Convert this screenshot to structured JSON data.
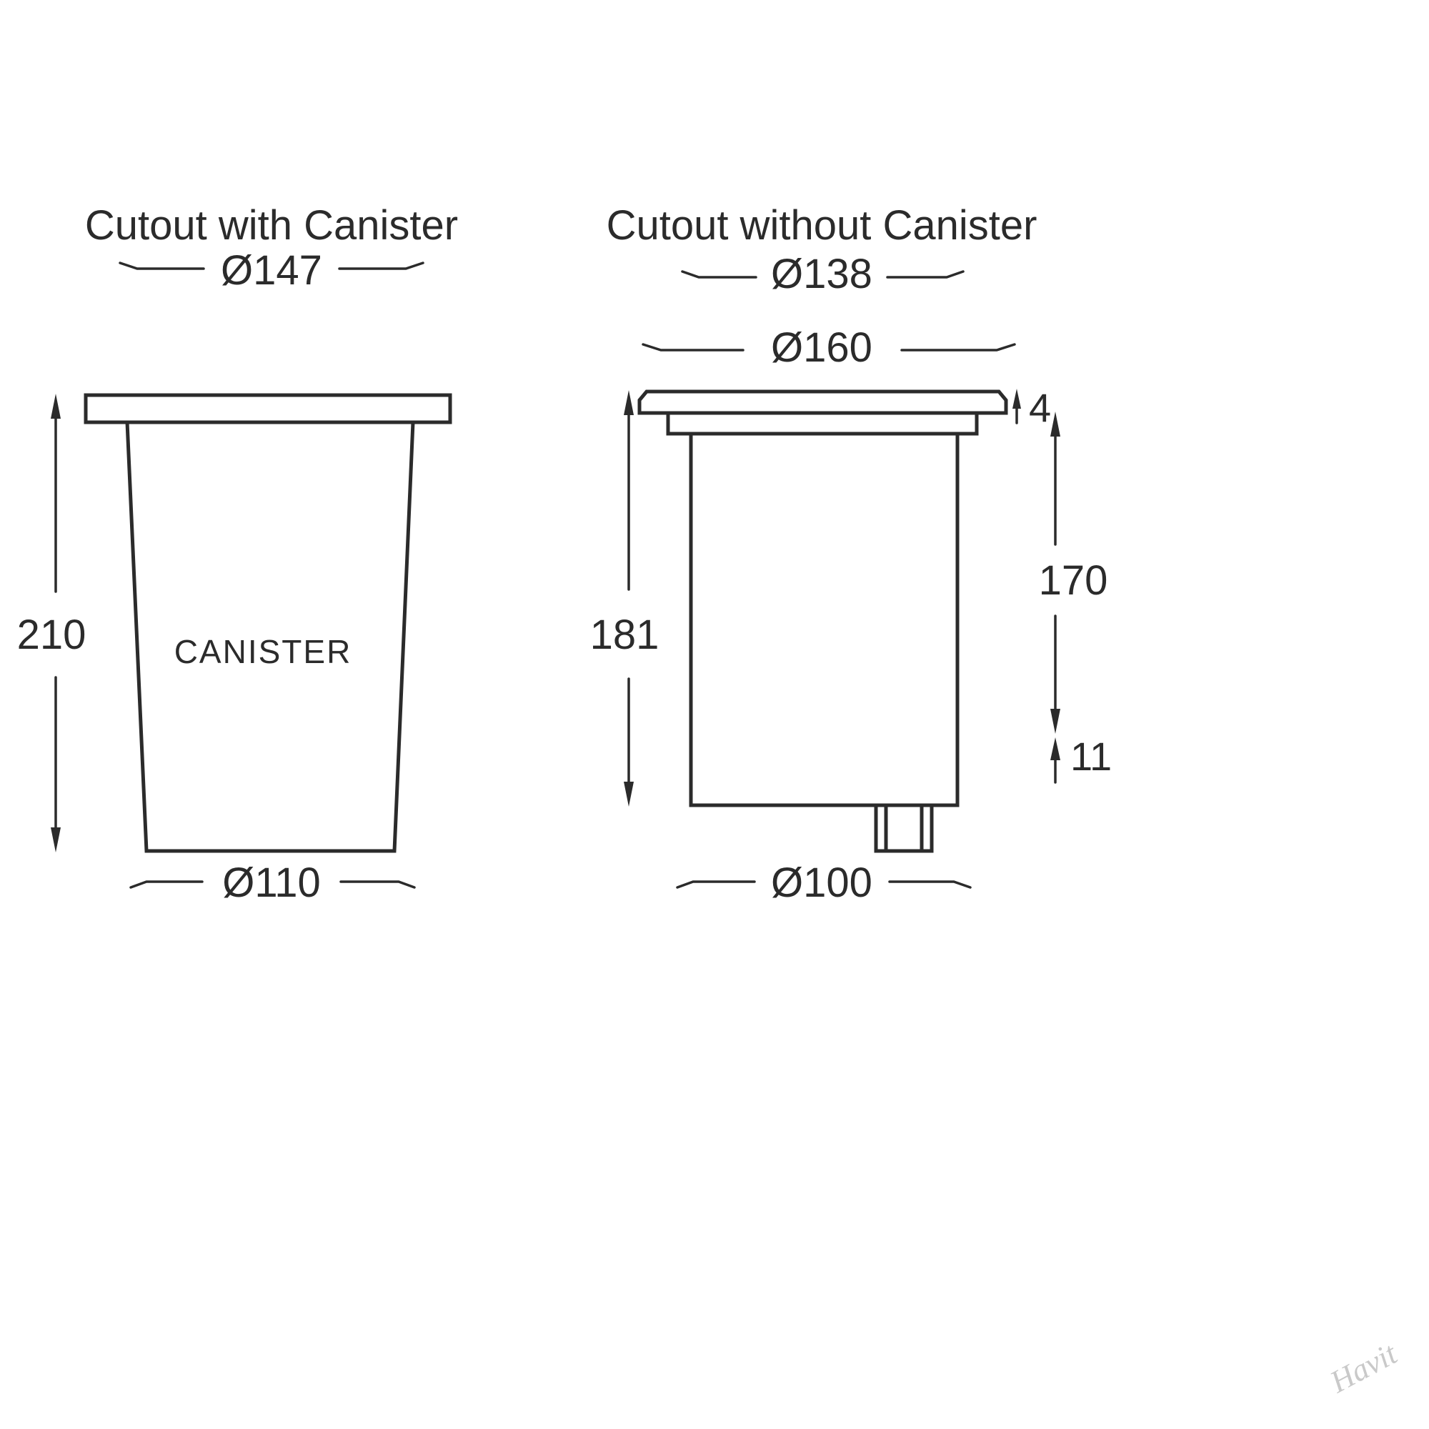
{
  "figures": {
    "left": {
      "title": "Cutout with Canister",
      "cutout_dia": "Ø147",
      "overall_height": "210",
      "bottom_dia": "Ø110",
      "body_label": "CANISTER"
    },
    "right": {
      "title": "Cutout without Canister",
      "cutout_dia": "Ø138",
      "flange_dia": "Ø160",
      "flange_thickness": "4",
      "overall_height": "181",
      "canister_height": "170",
      "gland_height": "11",
      "bottom_dia": "Ø100"
    }
  },
  "watermark": "Havit",
  "colors": {
    "line": "#2b2b2b",
    "background": "#ffffff",
    "watermark": "#c9c9c9"
  }
}
